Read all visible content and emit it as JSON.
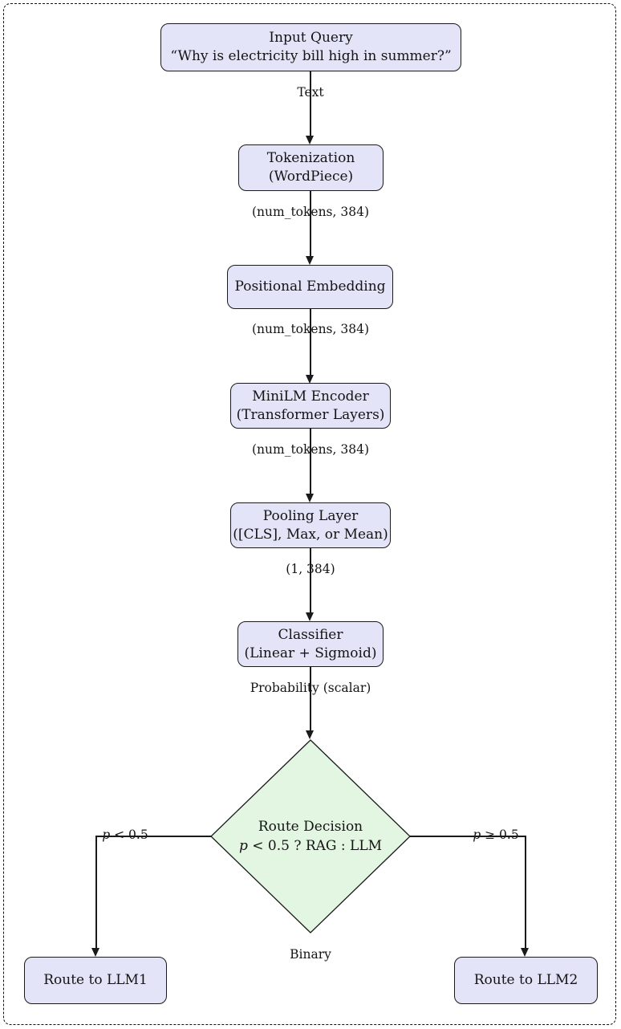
{
  "diagram": {
    "nodes": {
      "input_query": {
        "line1": "Input Query",
        "line2": "“Why is electricity bill high in summer?”"
      },
      "tokenization": {
        "line1": "Tokenization",
        "line2": "(WordPiece)"
      },
      "positional_embedding": {
        "line1": "Positional Embedding"
      },
      "minilm_encoder": {
        "line1": "MiniLM Encoder",
        "line2": "(Transformer Layers)"
      },
      "pooling_layer": {
        "line1": "Pooling Layer",
        "line2": "([CLS], Max, or Mean)"
      },
      "classifier": {
        "line1": "Classifier",
        "line2": "(Linear + Sigmoid)"
      },
      "route_decision": {
        "line1": "Route Decision",
        "line2_p": "p",
        "line2_rest": " < 0.5 ? RAG : LLM"
      },
      "route_llm1": {
        "line1": "Route to LLM1"
      },
      "route_llm2": {
        "line1": "Route to LLM2"
      }
    },
    "edge_labels": {
      "text": "Text",
      "tokens_shape_1": "(num_tokens, 384)",
      "tokens_shape_2": "(num_tokens, 384)",
      "tokens_shape_3": "(num_tokens, 384)",
      "pooled_shape": "(1, 384)",
      "probability": "Probability (scalar)",
      "left_p": "p",
      "left_rest": " < 0.5",
      "right_p": "p",
      "right_rest": " ≥ 0.5",
      "binary": "Binary"
    },
    "colors": {
      "node_fill": "#E4E4F8",
      "node_border": "#1A1A1A",
      "decision_fill": "#E2F6E2",
      "line": "#1A1A1A"
    }
  }
}
